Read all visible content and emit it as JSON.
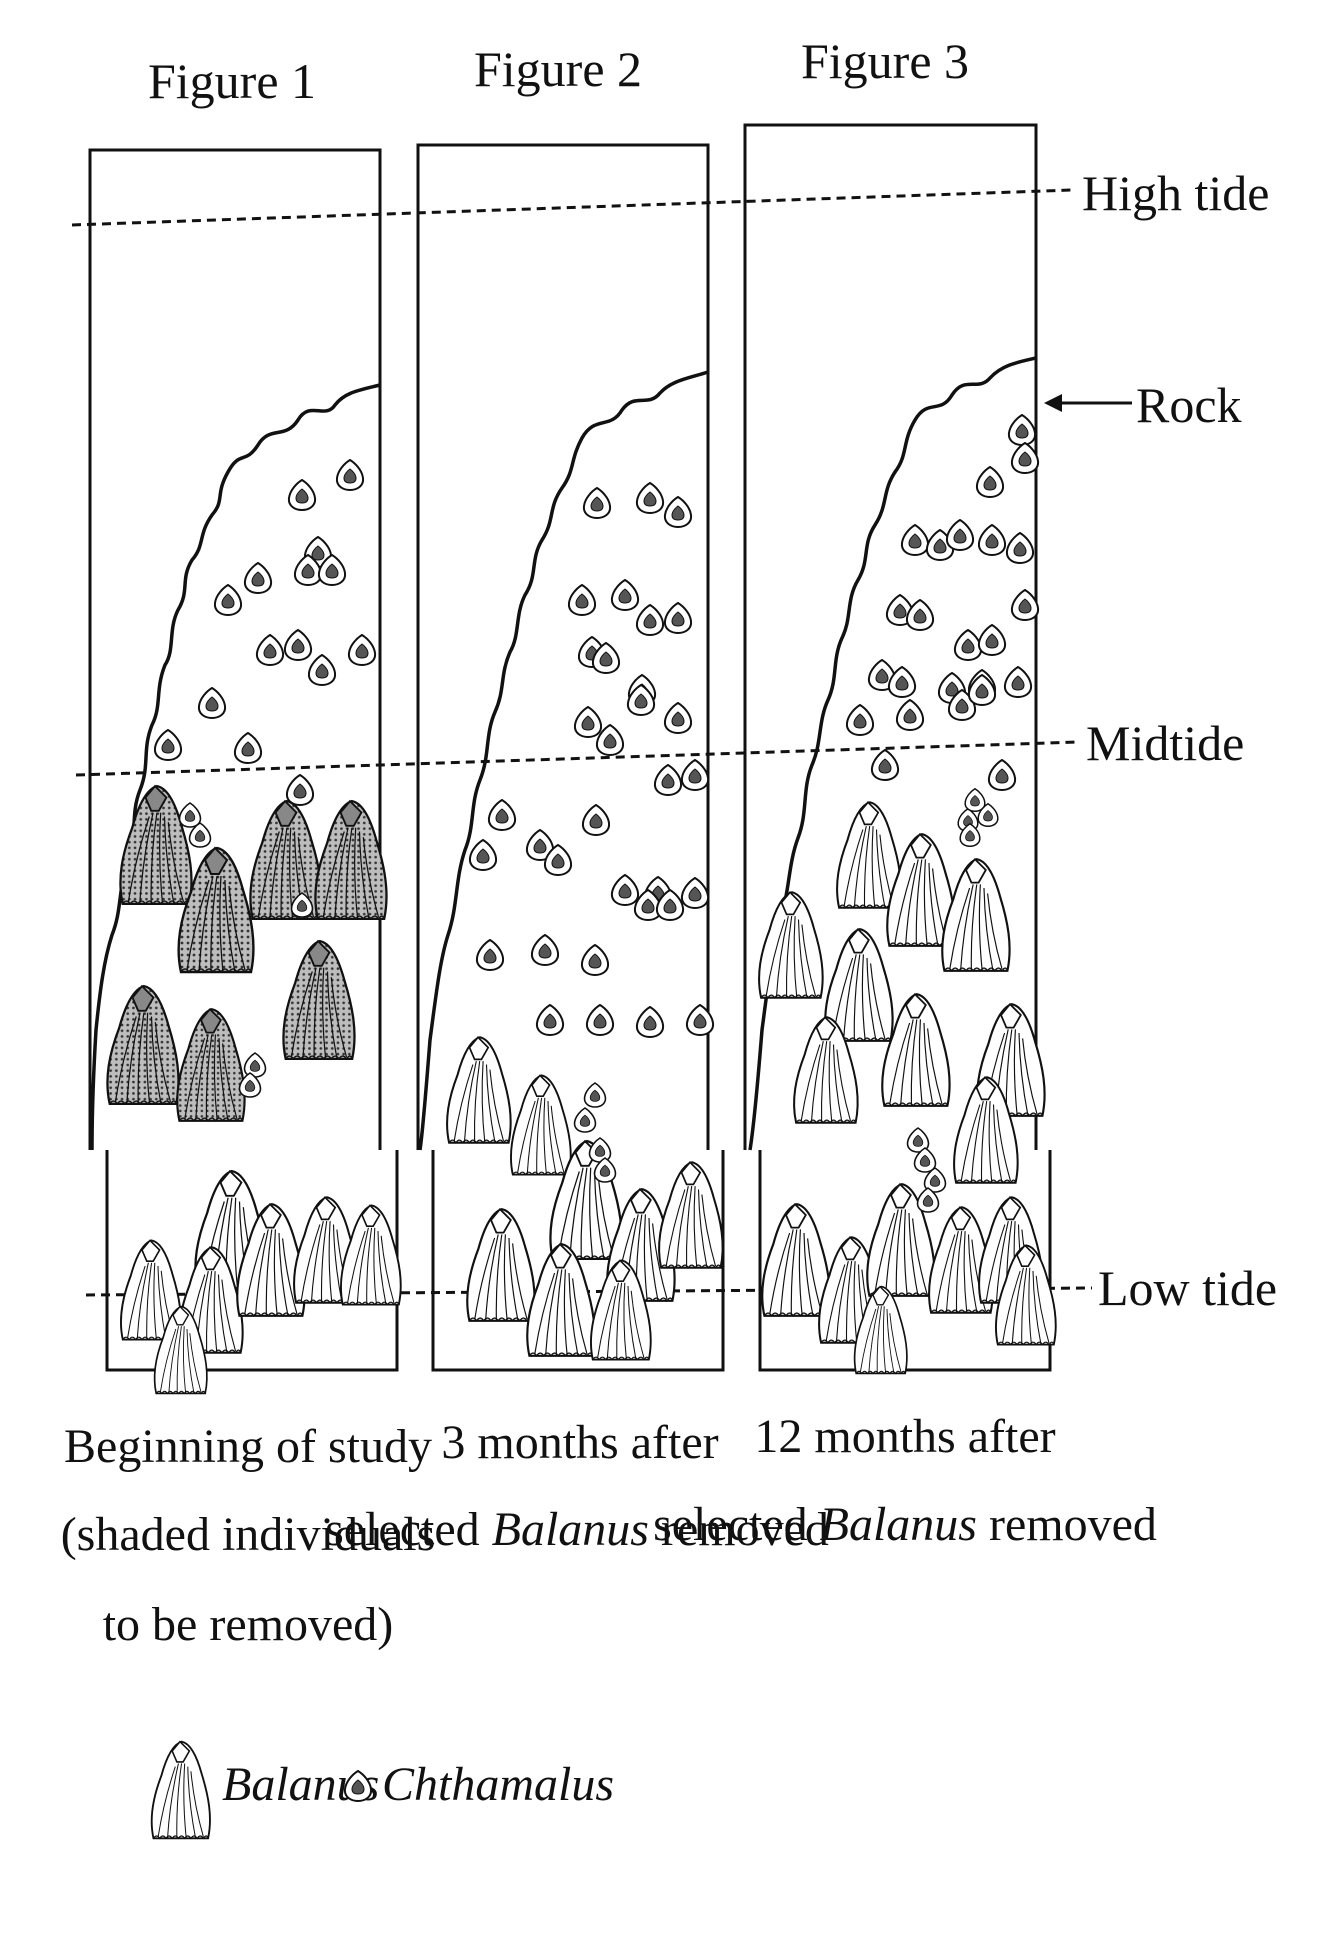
{
  "figures": [
    {
      "title": "Figure 1",
      "caption_lines": [
        "Beginning of study",
        "(shaded individuals",
        "to be removed)"
      ]
    },
    {
      "title": "Figure 2",
      "caption_line1": "3 months after",
      "caption_line2_pre": "selected ",
      "caption_line2_italic": "Balanus",
      "caption_line2_post": " removed"
    },
    {
      "title": "Figure 3",
      "caption_line1": "12 months after",
      "caption_line2_pre": "selected ",
      "caption_line2_italic": "Balanus",
      "caption_line2_post": " removed"
    }
  ],
  "labels": {
    "high_tide": "High tide",
    "rock": "Rock",
    "midtide": "Midtide",
    "low_tide": "Low tide"
  },
  "legend": {
    "balanus": "Balanus",
    "chthamalus": "Chthamalus"
  },
  "colors": {
    "ink": "#111111",
    "shaded_fill": "#9a9a9a",
    "background": "#ffffff"
  }
}
